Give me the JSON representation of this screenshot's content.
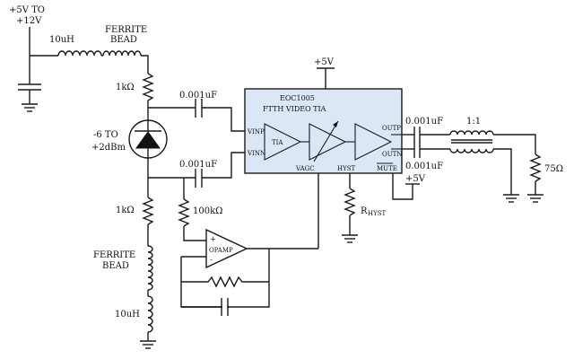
{
  "supply": {
    "line1": "+5V TO",
    "line2": "+12V"
  },
  "inductor_top": "10uH",
  "ferrite_top": {
    "line1": "FERRITE",
    "line2": "BEAD"
  },
  "resistor_top": "1kΩ",
  "photodiode": {
    "line1": "-6 TO",
    "line2": "+2dBm"
  },
  "cap_inp": "0.001uF",
  "cap_inn": "0.001uF",
  "resistor_bottom": "1kΩ",
  "resistor_100k": "100kΩ",
  "ferrite_bottom": {
    "line1": "FERRITE",
    "line2": "BEAD"
  },
  "inductor_bottom": "10uH",
  "opamp": {
    "plus": "+",
    "minus": "-",
    "label": "OPAMP"
  },
  "ic": {
    "vcc": "+5V",
    "part": "EOC1005",
    "name": "FTTH VIDEO TIA",
    "tia": "TIA",
    "pins": {
      "vinp": "VINP",
      "vinn": "VINN",
      "vagc": "VAGC",
      "hyst": "HYST",
      "mute": "MUTE",
      "outp": "OUTP",
      "outn": "OUTN"
    }
  },
  "cap_outp": "0.001uF",
  "cap_outn": "0.001uF",
  "transformer": "1:1",
  "load": "75Ω",
  "mute_supply": "+5V",
  "rhyst": {
    "main": "R",
    "sub": "HYST"
  },
  "colors": {
    "ic_fill": "#dbe7f6",
    "wire": "#1a1a1a"
  }
}
